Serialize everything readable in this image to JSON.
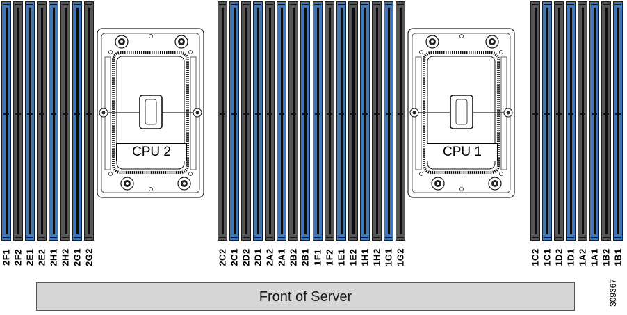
{
  "colors": {
    "blue_slot": "#3f77b8",
    "black_slot": "#575757",
    "front_panel": "#d7d7d7"
  },
  "cpus": [
    {
      "label": "CPU 2"
    },
    {
      "label": "CPU 1"
    }
  ],
  "slot_groups": [
    {
      "name": "cpu2-left",
      "slots": [
        {
          "label": "2F1",
          "color": "blue"
        },
        {
          "label": "2F2",
          "color": "black"
        },
        {
          "label": "2E1",
          "color": "blue"
        },
        {
          "label": "2E2",
          "color": "black"
        },
        {
          "label": "2H1",
          "color": "blue"
        },
        {
          "label": "2H2",
          "color": "black"
        },
        {
          "label": "2G1",
          "color": "blue"
        },
        {
          "label": "2G2",
          "color": "black"
        }
      ]
    },
    {
      "name": "cpu2-right",
      "slots": [
        {
          "label": "2C2",
          "color": "black"
        },
        {
          "label": "2C1",
          "color": "blue"
        },
        {
          "label": "2D2",
          "color": "black"
        },
        {
          "label": "2D1",
          "color": "blue"
        },
        {
          "label": "2A2",
          "color": "black"
        },
        {
          "label": "2A1",
          "color": "blue"
        },
        {
          "label": "2B2",
          "color": "black"
        },
        {
          "label": "2B1",
          "color": "blue"
        }
      ]
    },
    {
      "name": "cpu1-left",
      "slots": [
        {
          "label": "1F1",
          "color": "blue"
        },
        {
          "label": "1F2",
          "color": "black"
        },
        {
          "label": "1E1",
          "color": "blue"
        },
        {
          "label": "1E2",
          "color": "black"
        },
        {
          "label": "1H1",
          "color": "blue"
        },
        {
          "label": "1H2",
          "color": "black"
        },
        {
          "label": "1G1",
          "color": "blue"
        },
        {
          "label": "1G2",
          "color": "black"
        }
      ]
    },
    {
      "name": "cpu1-right",
      "slots": [
        {
          "label": "1C2",
          "color": "black"
        },
        {
          "label": "1C1",
          "color": "blue"
        },
        {
          "label": "1D2",
          "color": "black"
        },
        {
          "label": "1D1",
          "color": "blue"
        },
        {
          "label": "1A2",
          "color": "black"
        },
        {
          "label": "1A1",
          "color": "blue"
        },
        {
          "label": "1B2",
          "color": "black"
        },
        {
          "label": "1B1",
          "color": "blue"
        }
      ]
    }
  ],
  "front_label": "Front of Server",
  "figure_number": "309367"
}
